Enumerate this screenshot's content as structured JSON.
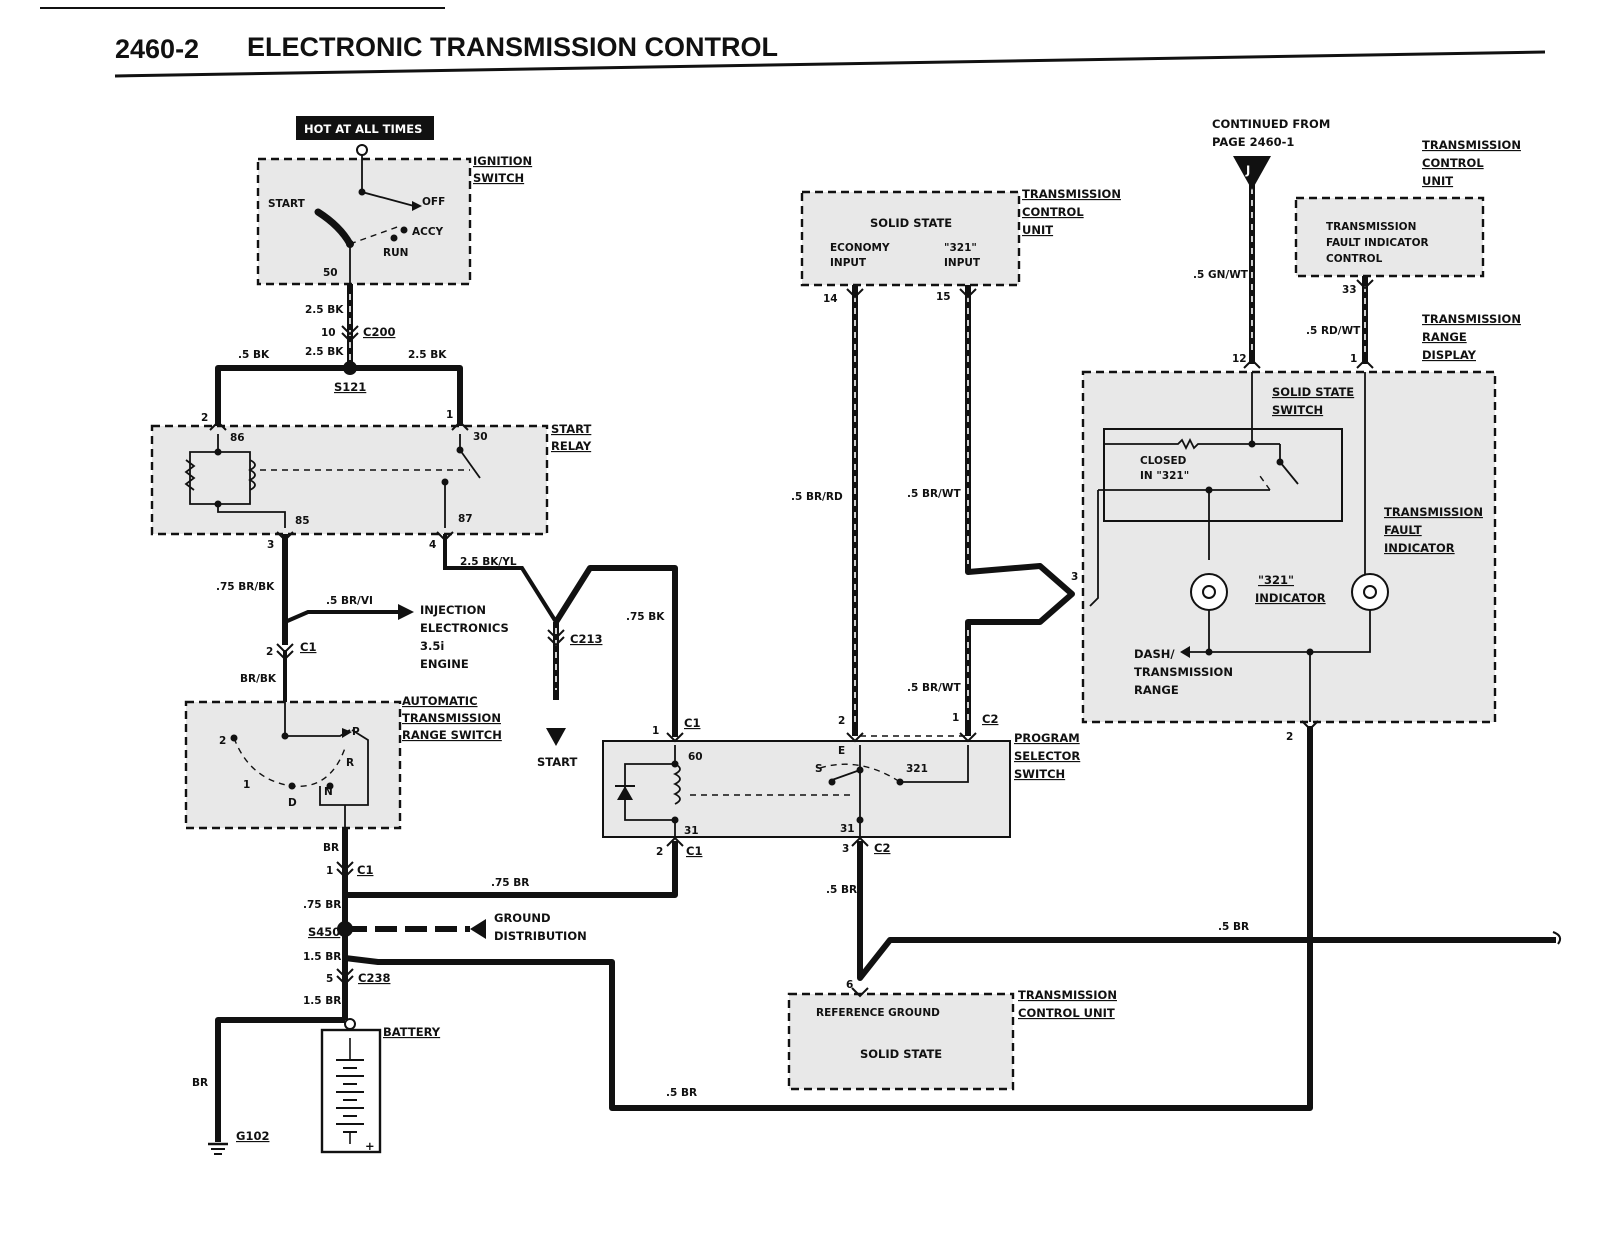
{
  "header": {
    "page_number": "2460-2",
    "title": "ELECTRONIC TRANSMISSION CONTROL"
  },
  "power": {
    "hot_at_all_times": "HOT AT ALL TIMES"
  },
  "components": {
    "ignition_switch": {
      "name_line1": "IGNITION",
      "name_line2": "SWITCH",
      "start": "START",
      "off": "OFF",
      "accy": "ACCY",
      "run": "RUN",
      "pin_50": "50"
    },
    "start_relay": {
      "name_line1": "START",
      "name_line2": "RELAY",
      "pin_86": "86",
      "pin_85": "85",
      "pin_30": "30",
      "pin_87": "87"
    },
    "range_switch": {
      "name_line1": "AUTOMATIC",
      "name_line2": "TRANSMISSION",
      "name_line3": "RANGE SWITCH",
      "pos_2": "2",
      "pos_1": "1",
      "pos_d": "D",
      "pos_n": "N",
      "pos_r": "R",
      "pos_p": "P"
    },
    "tcu_top": {
      "name_line1": "TRANSMISSION",
      "name_line2": "CONTROL",
      "name_line3": "UNIT",
      "solid_state": "SOLID STATE",
      "economy_line1": "ECONOMY",
      "economy_line2": "INPUT",
      "input321_line1": "\"321\"",
      "input321_line2": "INPUT",
      "pin_14": "14",
      "pin_15": "15"
    },
    "tcu_fault": {
      "name_line1": "TRANSMISSION",
      "name_line2": "CONTROL",
      "name_line3": "UNIT",
      "text_line1": "TRANSMISSION",
      "text_line2": "FAULT INDICATOR",
      "text_line3": "CONTROL",
      "pin_33": "33"
    },
    "range_display": {
      "name_line1": "TRANSMISSION",
      "name_line2": "RANGE",
      "name_line3": "DISPLAY",
      "solid_state_line1": "SOLID STATE",
      "solid_state_line2": "SWITCH",
      "closed_line1": "CLOSED",
      "closed_line2": "IN \"321\"",
      "indicator_321_line1": "\"321\"",
      "indicator_321_line2": "INDICATOR",
      "fault_line1": "TRANSMISSION",
      "fault_line2": "FAULT",
      "fault_line3": "INDICATOR",
      "dash_line1": "DASH/",
      "dash_line2": "TRANSMISSION",
      "dash_line3": "RANGE",
      "pin_12": "12",
      "pin_1": "1",
      "pin_3": "3",
      "pin_2": "2"
    },
    "program_selector": {
      "name_line1": "PROGRAM",
      "name_line2": "SELECTOR",
      "name_line3": "SWITCH",
      "pin_60": "60",
      "pin_31_left": "31",
      "pin_31_mid": "31",
      "pos_s": "S",
      "pos_e": "E",
      "pos_321": "321"
    },
    "tcu_bottom": {
      "name_line1": "TRANSMISSION",
      "name_line2": "CONTROL UNIT",
      "reference_ground": "REFERENCE GROUND",
      "solid_state": "SOLID STATE",
      "pin_6": "6"
    },
    "battery": {
      "name": "BATTERY",
      "plus": "+"
    }
  },
  "continued": {
    "line1": "CONTINUED FROM",
    "line2": "PAGE 2460-1",
    "letter": "J"
  },
  "wires": {
    "w_25bk_a": "2.5 BK",
    "w_25bk_b": "2.5 BK",
    "w_25bk_c": "2.5 BK",
    "w_05bk": ".5 BK",
    "w_075brbk": ".75 BR/BK",
    "w_05brvi": ".5 BR/VI",
    "w_brbk": "BR/BK",
    "w_25bkyl": "2.5 BK/YL",
    "w_075bk": ".75 BK",
    "w_br": "BR",
    "w_075br_a": ".75 BR",
    "w_075br_b": ".75 BR",
    "w_15br_a": "1.5 BR",
    "w_15br_b": "1.5 BR",
    "w_br_ground": "BR",
    "w_05brrd": ".5 BR/RD",
    "w_05brwt_a": ".5 BR/WT",
    "w_05brwt_b": ".5 BR/WT",
    "w_05br_a": ".5 BR",
    "w_05br_b": ".5 BR",
    "w_05br_c": ".5 BR",
    "w_05gnwt": ".5 GN/WT",
    "w_05rdwt": ".5 RD/WT"
  },
  "connectors": {
    "c200": "C200",
    "c200_pin": "10",
    "s121": "S121",
    "relay_pin2": "2",
    "relay_pin1": "1",
    "relay_pin3": "3",
    "relay_pin4": "4",
    "c1_a": "C1",
    "c1_a_pin": "2",
    "c213": "C213",
    "c1_b": "C1",
    "c1_b_pin": "1",
    "s450": "S450",
    "c238": "C238",
    "c238_pin": "5",
    "g102": "G102",
    "ps_c1_top": "C1",
    "ps_c1_top_pin": "1",
    "ps_c1_bot": "C1",
    "ps_c1_bot_pin": "2",
    "ps_c2_top": "C2",
    "ps_c2_top_pin1": "1",
    "ps_c2_top_pin2": "2",
    "ps_c2_bot": "C2",
    "ps_c2_bot_pin": "3"
  },
  "destinations": {
    "injection_line1": "INJECTION",
    "injection_line2": "ELECTRONICS",
    "injection_line3": "3.5i",
    "injection_line4": "ENGINE",
    "start": "START",
    "ground_line1": "GROUND",
    "ground_line2": "DISTRIBUTION"
  }
}
